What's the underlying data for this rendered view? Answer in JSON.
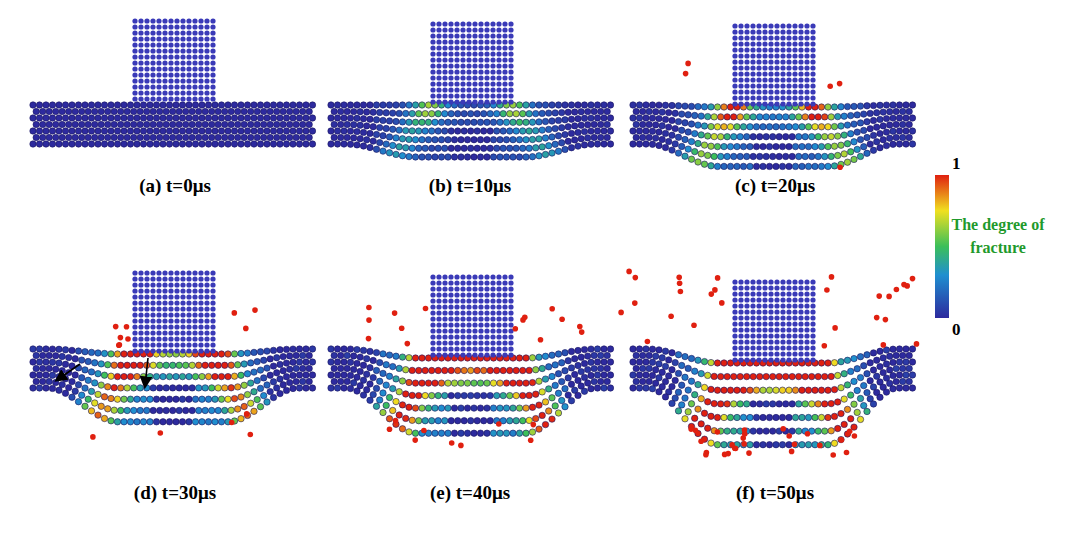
{
  "diagram": {
    "labels": [
      "(a) t=0μs",
      "(b) t=10μs",
      "(c) t=20μs",
      "(d) t=30μs",
      "(e) t=40μs",
      "(f) t=50μs",
      "1",
      "The degree of fracture",
      "0"
    ]
  }
}
